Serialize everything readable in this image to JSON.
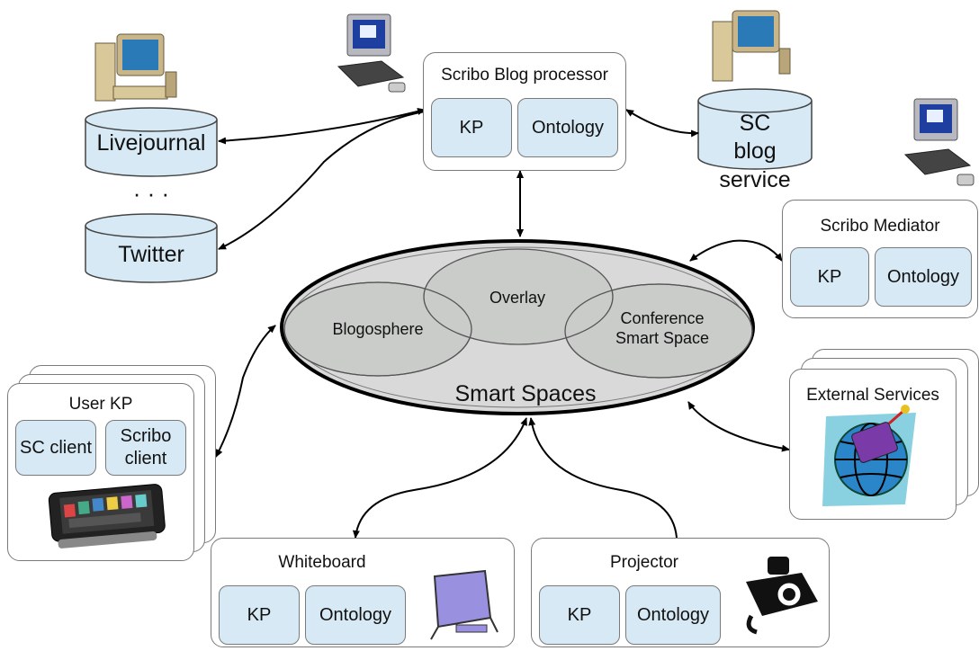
{
  "blog_processor": {
    "title": "Scribo Blog processor",
    "kp": "KP",
    "ontology": "Ontology"
  },
  "sc_blog": {
    "label": "SC blog service"
  },
  "livejournal": {
    "label": "Livejournal"
  },
  "ellipsis": "· · ·",
  "twitter": {
    "label": "Twitter"
  },
  "mediator": {
    "title": "Scribo Mediator",
    "kp": "KP",
    "ontology": "Ontology"
  },
  "smart_spaces": {
    "label": "Smart Spaces",
    "blogosphere": "Blogosphere",
    "overlay": "Overlay",
    "conference": "Conference Smart Space"
  },
  "user_kp": {
    "title": "User KP",
    "sc_client": "SC client",
    "scribo_client": "Scribo client"
  },
  "external": {
    "title": "External Services"
  },
  "whiteboard": {
    "title": "Whiteboard",
    "kp": "KP",
    "ontology": "Ontology"
  },
  "projector": {
    "title": "Projector",
    "kp": "KP",
    "ontology": "Ontology"
  },
  "colors": {
    "box_fill": "#d6e9f4",
    "cylinder_fill": "#d6e9f4",
    "smart_space_fill": "#d9d9d9",
    "stroke": "#7a7a7a"
  },
  "icons": [
    "desktop-computer-icon",
    "tablet-device-icon",
    "globe-network-icon",
    "whiteboard-icon",
    "projector-icon"
  ]
}
